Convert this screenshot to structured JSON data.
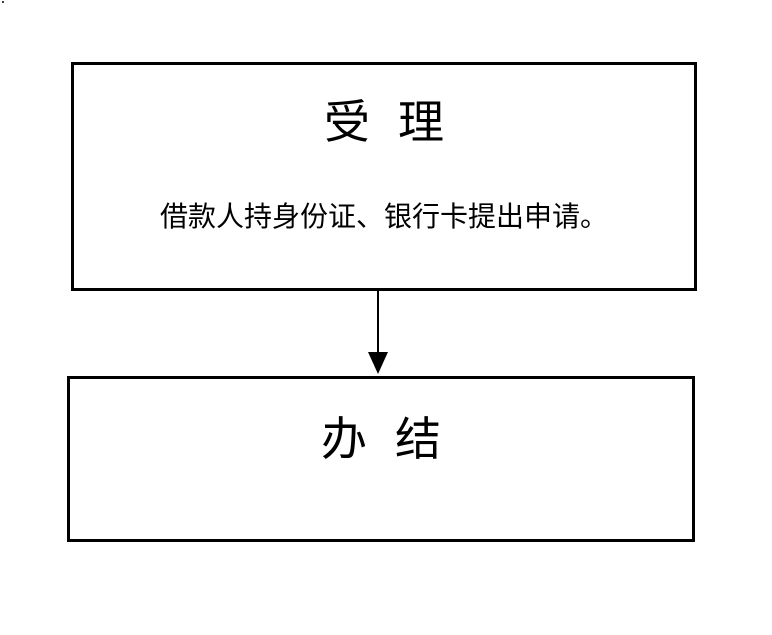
{
  "nodes": [
    {
      "title": "受理",
      "text": "借款人持身份证、银行卡提出申请。"
    },
    {
      "title": "办结",
      "text": ""
    }
  ]
}
